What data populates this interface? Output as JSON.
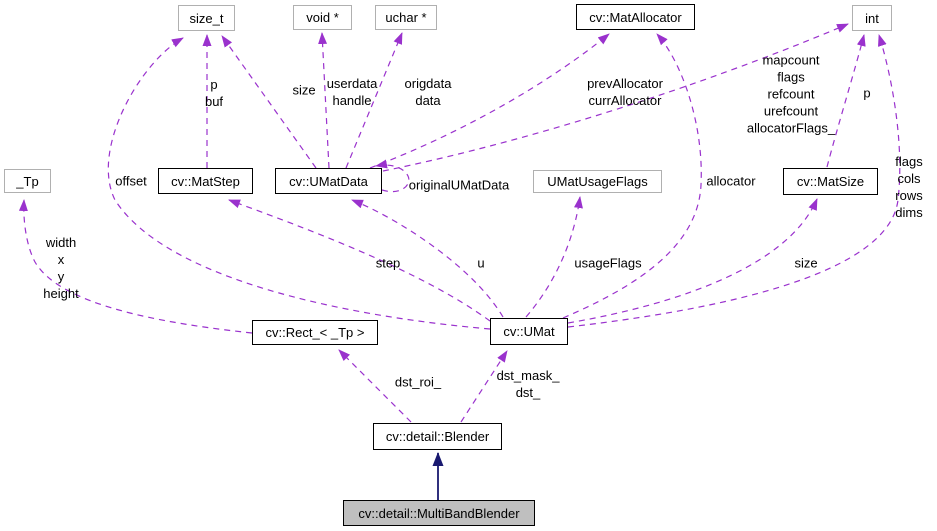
{
  "diagram": {
    "type": "collaboration-graph",
    "colors": {
      "edge": "#9a32cd",
      "inheritance": "#191970",
      "highlight_fill": "#bfbfbf",
      "class_border": "#000000",
      "external_border": "#b0b0b0",
      "background": "#ffffff"
    },
    "nodes": [
      {
        "id": "size_t",
        "label": "size_t"
      },
      {
        "id": "void_ptr",
        "label": "void *"
      },
      {
        "id": "uchar_ptr",
        "label": "uchar *"
      },
      {
        "id": "mat_allocator",
        "label": "cv::MatAllocator"
      },
      {
        "id": "int",
        "label": "int"
      },
      {
        "id": "tp",
        "label": "_Tp"
      },
      {
        "id": "mat_step",
        "label": "cv::MatStep"
      },
      {
        "id": "umat_data",
        "label": "cv::UMatData"
      },
      {
        "id": "umat_usage_flags",
        "label": "UMatUsageFlags"
      },
      {
        "id": "mat_size",
        "label": "cv::MatSize"
      },
      {
        "id": "rect",
        "label": "cv::Rect_< _Tp >"
      },
      {
        "id": "umat",
        "label": "cv::UMat"
      },
      {
        "id": "blender",
        "label": "cv::detail::Blender"
      },
      {
        "id": "multibandblender",
        "label": "cv::detail::MultiBandBlender"
      }
    ],
    "edge_labels": [
      {
        "id": "p_buf",
        "lines": [
          "p",
          "buf"
        ]
      },
      {
        "id": "size_top",
        "lines": [
          "size"
        ]
      },
      {
        "id": "userdata",
        "lines": [
          "userdata",
          "handle"
        ]
      },
      {
        "id": "origdata",
        "lines": [
          "origdata",
          "data"
        ]
      },
      {
        "id": "prevalloc",
        "lines": [
          "prevAllocator",
          "currAllocator"
        ]
      },
      {
        "id": "mapcount",
        "lines": [
          "mapcount",
          "flags",
          "refcount",
          "urefcount",
          "allocatorFlags_"
        ]
      },
      {
        "id": "p_right",
        "lines": [
          "p"
        ]
      },
      {
        "id": "flags_cols",
        "lines": [
          "flags",
          "cols",
          "rows",
          "dims"
        ]
      },
      {
        "id": "offset",
        "lines": [
          "offset"
        ]
      },
      {
        "id": "original",
        "lines": [
          "originalUMatData"
        ]
      },
      {
        "id": "allocator",
        "lines": [
          "allocator"
        ]
      },
      {
        "id": "width_height",
        "lines": [
          "width",
          "x",
          "y",
          "height"
        ]
      },
      {
        "id": "step",
        "lines": [
          "step"
        ]
      },
      {
        "id": "u",
        "lines": [
          "u"
        ]
      },
      {
        "id": "usage_flags",
        "lines": [
          "usageFlags"
        ]
      },
      {
        "id": "size_right",
        "lines": [
          "size"
        ]
      },
      {
        "id": "dst_roi",
        "lines": [
          "dst_roi_"
        ]
      },
      {
        "id": "dst_mask",
        "lines": [
          "dst_mask_",
          "dst_"
        ]
      }
    ]
  }
}
